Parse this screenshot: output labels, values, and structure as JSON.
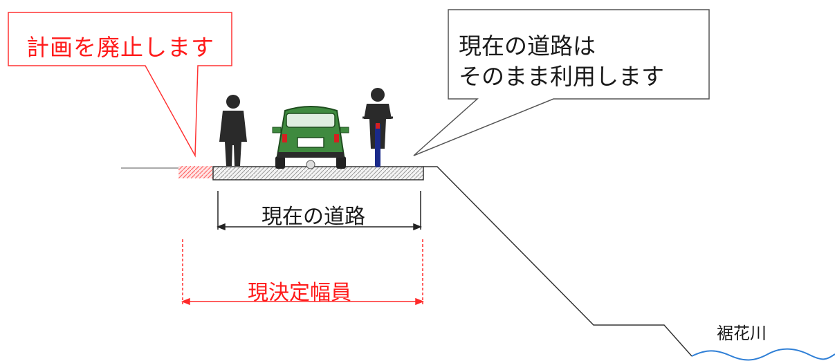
{
  "callouts": {
    "abolish": "計画を廃止します",
    "road_note_line1": "現在の道路は",
    "road_note_line2": "そのまま利用します"
  },
  "dimensions": {
    "current_road": "現在の道路",
    "current_width": "現決定幅員"
  },
  "river": "裾花川",
  "colors": {
    "accent_red": "#ff1a1a",
    "car_green": "#3f8a3f",
    "river_blue": "#2f7fd6",
    "text": "#1a1a1a"
  },
  "icons": [
    "pedestrian-icon",
    "car-icon",
    "cyclist-icon"
  ]
}
